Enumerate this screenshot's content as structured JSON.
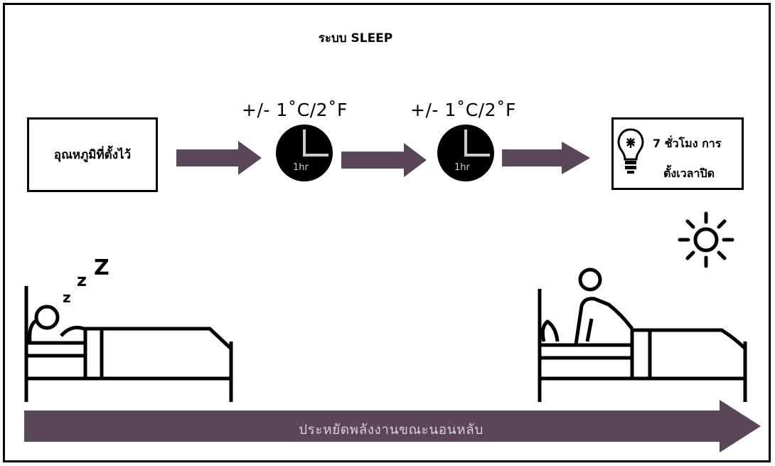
{
  "title": "ระบบ SLEEP",
  "start_box": "อุณหภูมิที่ตั้งไว้",
  "steps": [
    {
      "label": "+/- 1˚C/2˚F",
      "clock": "1hr"
    },
    {
      "label": "+/- 1˚C/2˚F",
      "clock": "1hr"
    }
  ],
  "end_box": {
    "line1": "7 ชั่วโมง การ",
    "line2": "ตั้งเวลาปิด"
  },
  "bottom_arrow": "ประหยัดพลังงานขณะนอนหลับ",
  "colors": {
    "arrow": "#594759",
    "ink": "#000000",
    "background": "#ffffff"
  }
}
